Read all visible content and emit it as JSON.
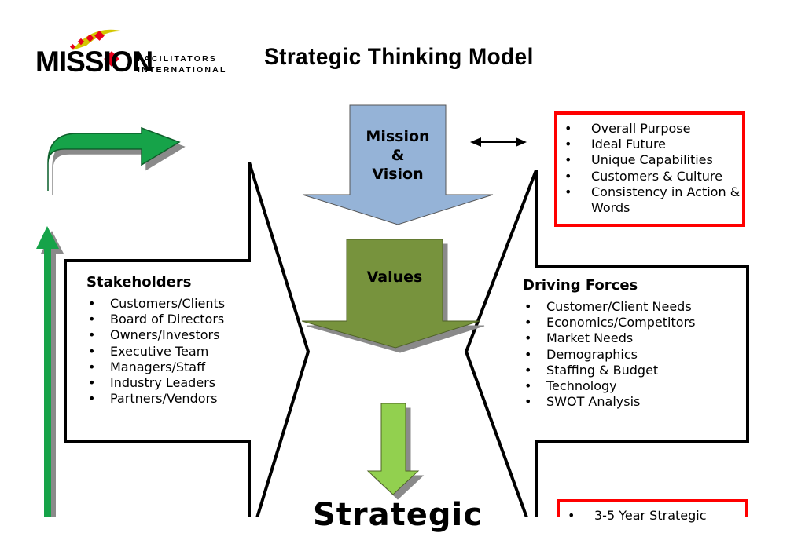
{
  "logo": {
    "word": "MISSION",
    "line1": "FACILITATORS",
    "line2": "INTERNATIONAL"
  },
  "title": "Strategic Thinking Model",
  "mission_vision": {
    "line1": "Mission",
    "line2": "&",
    "line3": "Vision"
  },
  "values_label": "Values",
  "mission_box": {
    "items": [
      "Overall Purpose",
      "Ideal Future",
      "Unique Capabilities",
      "Customers & Culture",
      "Consistency in Action & Words"
    ]
  },
  "stakeholders": {
    "heading": "Stakeholders",
    "items": [
      "Customers/Clients",
      "Board of Directors",
      "Owners/Investors",
      "Executive Team",
      "Managers/Staff",
      "Industry Leaders",
      "Partners/Vendors"
    ]
  },
  "driving_forces": {
    "heading": "Driving Forces",
    "items": [
      "Customer/Client Needs",
      "Economics/Competitors",
      "Market Needs",
      "Demographics",
      "Staffing & Budget",
      "Technology",
      "SWOT Analysis"
    ]
  },
  "strategic_word": "Strategic",
  "bottom_box_first_item": "3-5 Year Strategic",
  "colors": {
    "mission_arrow": "#95b3d7",
    "values_arrow": "#77933c",
    "small_down_arrow": "#92d050",
    "curved_arrow": "#17a34a",
    "vertical_arrow": "#17a34a",
    "box_border": "#ff0000",
    "logo_red": "#e8001c",
    "logo_yellow": "#d4c600"
  }
}
